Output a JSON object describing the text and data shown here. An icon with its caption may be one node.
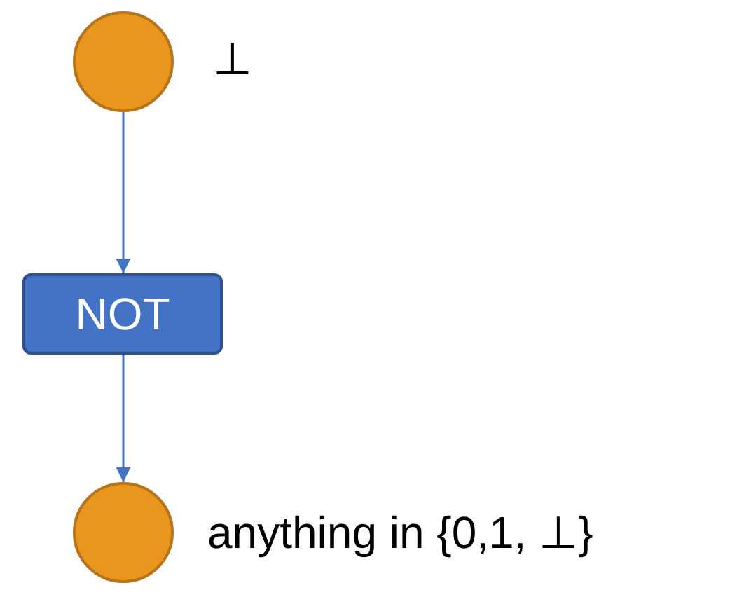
{
  "diagram": {
    "nodes": [
      {
        "text": [],
        "shape": "circle",
        "beside": [
          "⊥"
        ]
      },
      {
        "text": [
          "NOT"
        ]
      },
      {
        "text": [],
        "shape": "circle",
        "beside": [
          "anything in {0,1, ⊥}"
        ]
      }
    ],
    "edges": [
      {
        "from": 0,
        "to": 1,
        "arrow": "to"
      },
      {
        "from": 1,
        "to": 2,
        "arrow": "to"
      }
    ]
  }
}
